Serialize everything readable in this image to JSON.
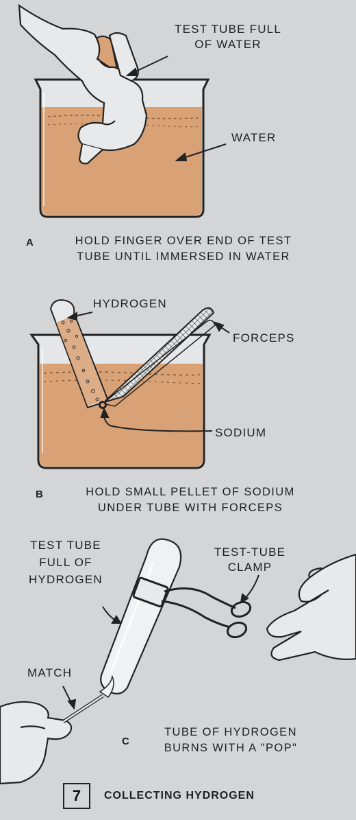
{
  "panel_a": {
    "letter": "A",
    "label_test_tube_line1": "TEST TUBE FULL",
    "label_test_tube_line2": "OF WATER",
    "label_water": "WATER",
    "caption_line1": "HOLD FINGER OVER END OF TEST",
    "caption_line2": "TUBE UNTIL IMMERSED IN WATER"
  },
  "panel_b": {
    "letter": "B",
    "label_hydrogen": "HYDROGEN",
    "label_forceps": "FORCEPS",
    "label_sodium": "SODIUM",
    "caption_line1": "HOLD SMALL PELLET OF SODIUM",
    "caption_line2": "UNDER TUBE WITH FORCEPS"
  },
  "panel_c": {
    "letter": "C",
    "label_tube_line1": "TEST TUBE",
    "label_tube_line2": "FULL OF",
    "label_tube_line3": "HYDROGEN",
    "label_clamp_line1": "TEST-TUBE",
    "label_clamp_line2": "CLAMP",
    "label_match": "MATCH",
    "caption_line1": "TUBE OF HYDROGEN",
    "caption_line2": "BURNS WITH A \"POP\""
  },
  "figure": {
    "number": "7",
    "title": "COLLECTING HYDROGEN"
  },
  "colors": {
    "background": "#d3d5d6",
    "water": "#d9a276",
    "ink": "#1f1f1f"
  }
}
